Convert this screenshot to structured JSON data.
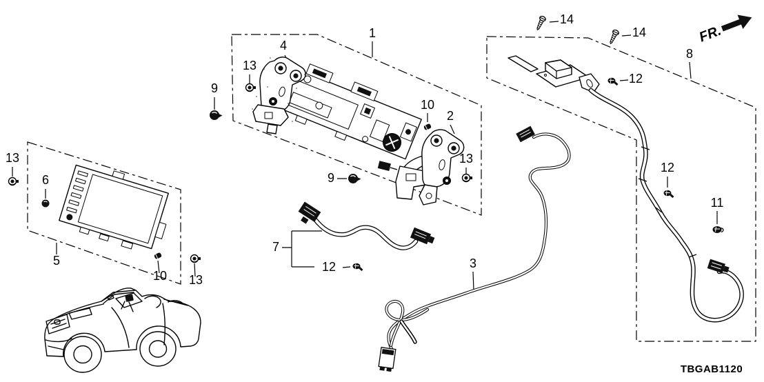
{
  "diagram": {
    "part_code": "TBGAB1120",
    "direction_label": "FR."
  },
  "callouts": [
    {
      "label": "1"
    },
    {
      "label": "4"
    },
    {
      "label": "13"
    },
    {
      "label": "9"
    },
    {
      "label": "10"
    },
    {
      "label": "2"
    },
    {
      "label": "13"
    },
    {
      "label": "9"
    },
    {
      "label": "14"
    },
    {
      "label": "14"
    },
    {
      "label": "12"
    },
    {
      "label": "8"
    },
    {
      "label": "12"
    },
    {
      "label": "11"
    },
    {
      "label": "13"
    },
    {
      "label": "6"
    },
    {
      "label": "5"
    },
    {
      "label": "10"
    },
    {
      "label": "13"
    },
    {
      "label": "7"
    },
    {
      "label": "12"
    },
    {
      "label": "3"
    }
  ]
}
